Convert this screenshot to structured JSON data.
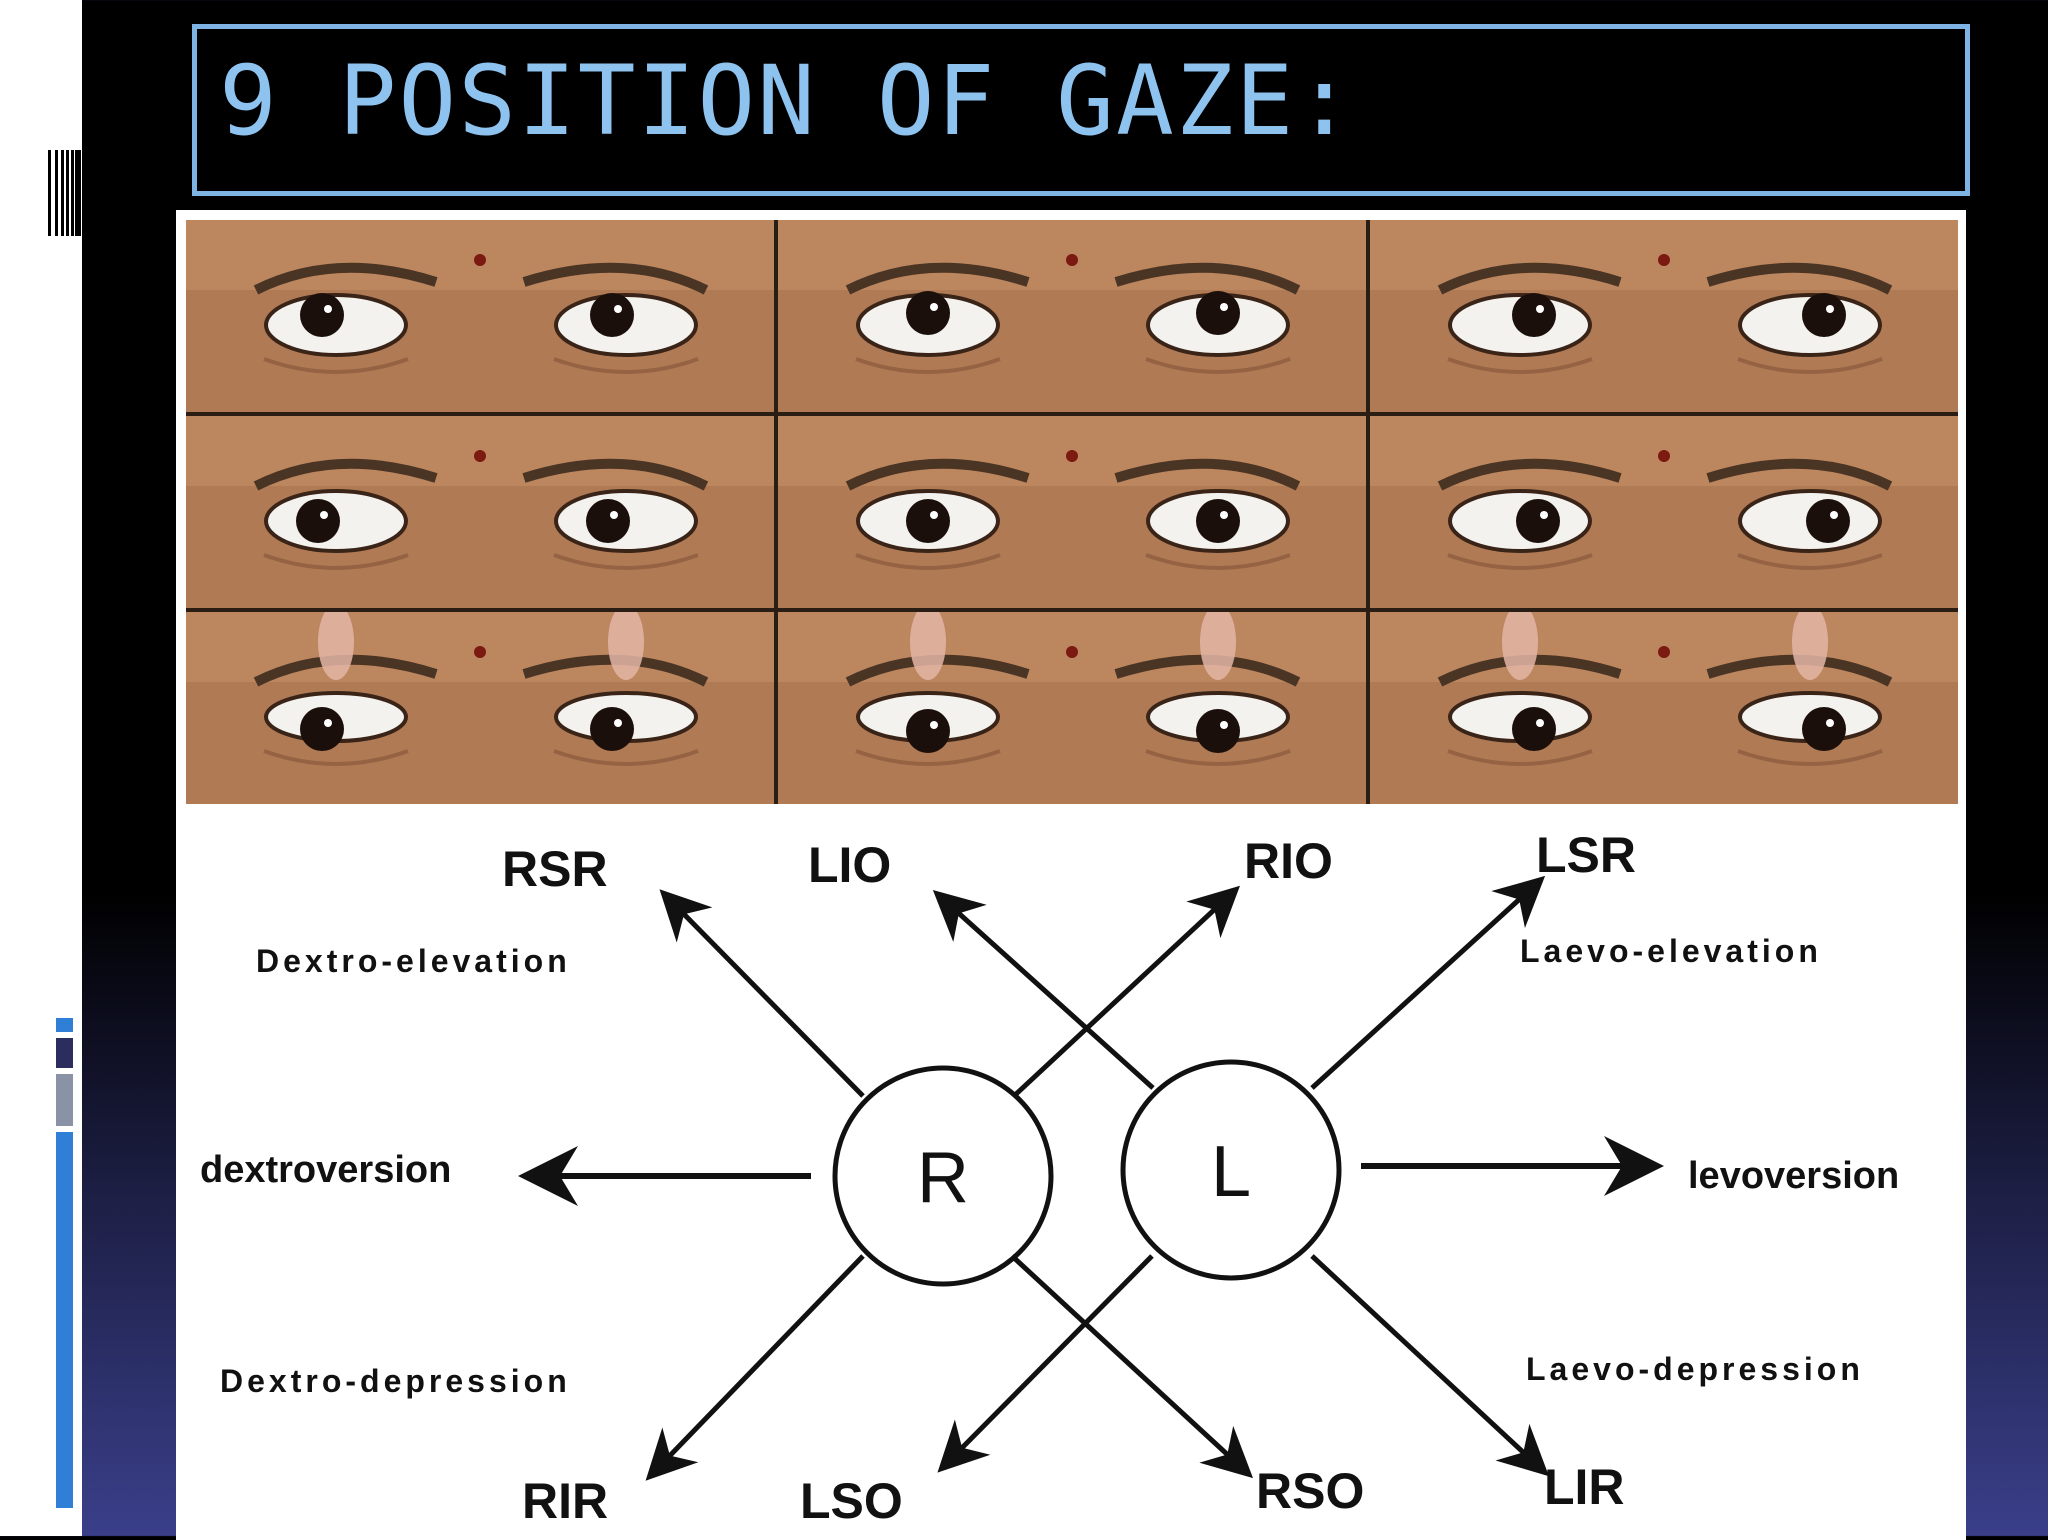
{
  "slide": {
    "title": "9 POSITION OF GAZE:",
    "colors": {
      "title_text": "#8ec3ef",
      "title_border": "#7fb3e3",
      "background_top": "#000000",
      "background_bottom": "#3a3f8a",
      "accent_bar_blue": "#2f7fd6",
      "accent_bar_navy": "#2a2d5e",
      "accent_bar_gray": "#8a93a6"
    }
  },
  "photo_grid": {
    "cells": [
      {
        "gaze": "up-right"
      },
      {
        "gaze": "up"
      },
      {
        "gaze": "up-left"
      },
      {
        "gaze": "right"
      },
      {
        "gaze": "primary"
      },
      {
        "gaze": "left"
      },
      {
        "gaze": "down-right"
      },
      {
        "gaze": "down"
      },
      {
        "gaze": "down-left"
      }
    ]
  },
  "diagram": {
    "right_eye": "R",
    "left_eye": "L",
    "muscles": {
      "rsr": "RSR",
      "lio": "LIO",
      "rio": "RIO",
      "lsr": "LSR",
      "rir": "RIR",
      "lso": "LSO",
      "rso": "RSO",
      "lir": "LIR"
    },
    "directions": {
      "dextro_elevation": "Dextro-elevation",
      "laevo_elevation": "Laevo-elevation",
      "dextroversion": "dextroversion",
      "levoversion": "levoversion",
      "dextro_depression": "Dextro-depression",
      "laevo_depression": "Laevo-depression"
    }
  }
}
